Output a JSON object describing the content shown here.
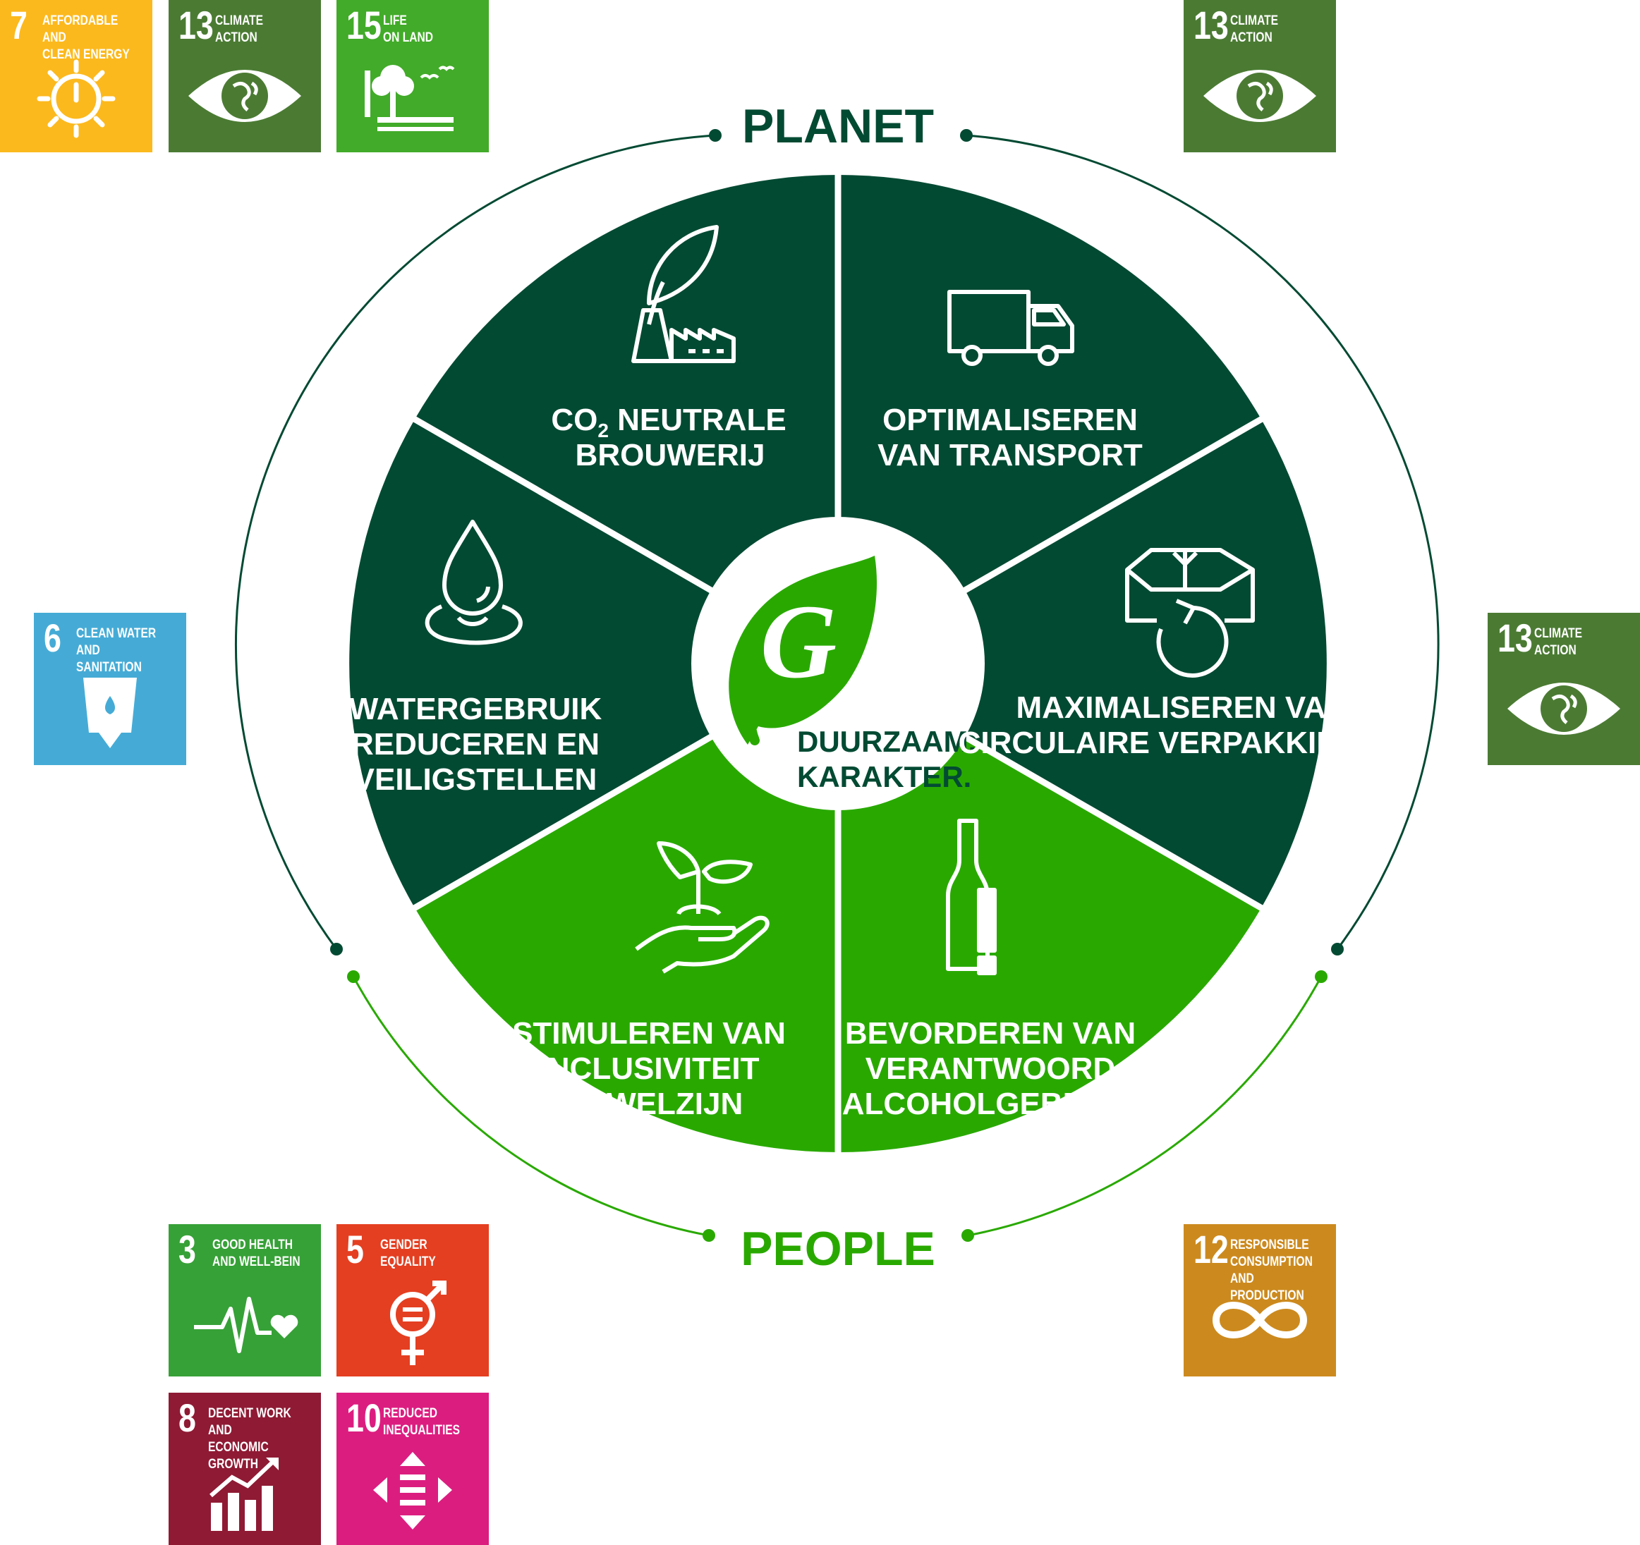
{
  "labels": {
    "planet": "PLANET",
    "people": "PEOPLE"
  },
  "center": {
    "line1": "DUURZAAM.",
    "line2": "KARAKTER."
  },
  "segments": [
    {
      "id": "co2",
      "line1": "CO",
      "sub": "2",
      "line1_rest": " NEUTRALE",
      "line2": "BROUWERIJ",
      "icon": "leaf-factory-icon"
    },
    {
      "id": "transport",
      "line1": "OPTIMALISEREN",
      "line2": "VAN TRANSPORT",
      "icon": "truck-icon"
    },
    {
      "id": "packaging",
      "line1": "MAXIMALISEREN VAN",
      "line2": "CIRCULAIRE VERPAKKINGEN",
      "icon": "recycle-box-icon"
    },
    {
      "id": "alcohol",
      "line1": "BEVORDEREN VAN",
      "line2": "VERANTWOORD",
      "line3": "ALCOHOLGEBRUIK",
      "icon": "bottle-exclamation-icon"
    },
    {
      "id": "inclusivity",
      "line1": "STIMULEREN VAN",
      "line2": "INCLUSIVITEIT",
      "line3": "EN WELZIJN",
      "icon": "hand-plant-icon"
    },
    {
      "id": "water",
      "line1": "WATERGEBRUIK",
      "line2": "REDUCEREN EN",
      "line3": "VEILIGSTELLEN",
      "icon": "water-drop-icon"
    }
  ],
  "colors": {
    "dark_green": "#034a33",
    "light_green": "#29a900",
    "white": "#ffffff"
  },
  "sdgs": {
    "sdg7": {
      "num": "7",
      "title": "AFFORDABLE AND\nCLEAN ENERGY",
      "color": "#fcb91d",
      "icon": "sun-power-icon"
    },
    "sdg13a": {
      "num": "13",
      "title": "CLIMATE\nACTION",
      "color": "#4b7b33",
      "icon": "eye-globe-icon"
    },
    "sdg15": {
      "num": "15",
      "title": "LIFE\nON LAND",
      "color": "#42ab29",
      "icon": "tree-birds-icon"
    },
    "sdg13b": {
      "num": "13",
      "title": "CLIMATE\nACTION",
      "color": "#4b7b33",
      "icon": "eye-globe-icon"
    },
    "sdg6": {
      "num": "6",
      "title": "CLEAN WATER\nAND SANITATION",
      "color": "#45abd6",
      "icon": "water-glass-icon"
    },
    "sdg13c": {
      "num": "13",
      "title": "CLIMATE\nACTION",
      "color": "#4b7b33",
      "icon": "eye-globe-icon"
    },
    "sdg3": {
      "num": "3",
      "title": "GOOD HEALTH\nAND WELL-BEIN",
      "color": "#36a137",
      "icon": "heartbeat-icon"
    },
    "sdg5": {
      "num": "5",
      "title": "GENDER\nEQUALITY",
      "color": "#e43f21",
      "icon": "gender-equality-icon"
    },
    "sdg12": {
      "num": "12",
      "title": "RESPONSIBLE\nCONSUMPTION\nAND PRODUCTION",
      "color": "#cc8a1e",
      "icon": "infinity-icon"
    },
    "sdg8": {
      "num": "8",
      "title": "DECENT WORK AND\nECONOMIC GROWTH",
      "color": "#8f1a34",
      "icon": "growth-chart-icon"
    },
    "sdg10": {
      "num": "10",
      "title": "REDUCED\nINEQUALITIES",
      "color": "#dc1d80",
      "icon": "inequality-arrows-icon"
    }
  }
}
